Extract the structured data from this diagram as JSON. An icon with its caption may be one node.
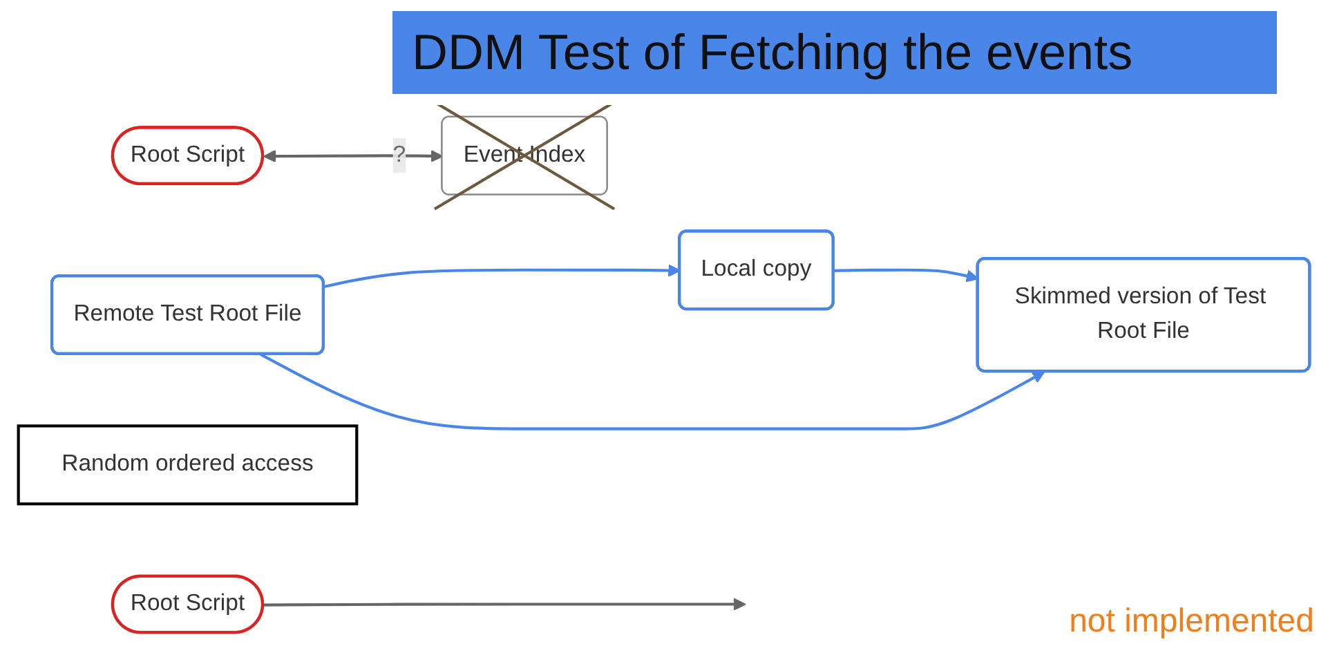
{
  "diagram": {
    "title": "DDM Test of Fetching the events",
    "nodes": [
      {
        "text": [
          "Remote Test Root File"
        ]
      },
      {
        "text": [
          "Event Index"
        ]
      },
      {
        "text": [
          "Root Script"
        ]
      },
      {
        "text": [
          "Random ordered access"
        ]
      },
      {
        "text": [
          "Root Script"
        ]
      },
      {
        "text": [
          "Local copy"
        ]
      },
      {
        "text": [
          "Skimmed version of Test Root File"
        ]
      }
    ],
    "edges": [
      {
        "from": 0,
        "to": 5,
        "arrow": "to"
      },
      {
        "from": 0,
        "to": 6,
        "arrow": "to"
      },
      {
        "from": 2,
        "to": 1,
        "arrow": "both",
        "label": "?",
        "color": "#666666"
      },
      {
        "from": 4,
        "to": null,
        "arrow": "to",
        "color": "#666666"
      },
      {
        "from": 5,
        "to": 6,
        "arrow": "to"
      }
    ],
    "labels": [
      "not implemented"
    ]
  }
}
